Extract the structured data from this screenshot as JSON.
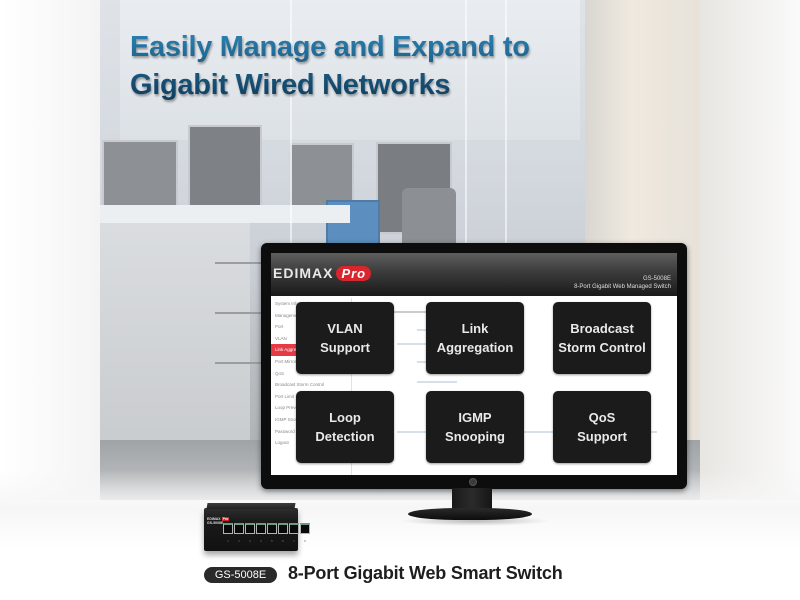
{
  "headline": {
    "line1": "Easily Manage and Expand to",
    "line2": "Gigabit Wired Networks",
    "color": "#1d5f86"
  },
  "monitor": {
    "screen": {
      "brand": "EDIMAX",
      "brand_suffix": "Pro",
      "model": "GS-5008E",
      "model_subtitle": "8-Port Gigabit Web Managed Switch",
      "sidebar_items": [
        {
          "label": "System Information",
          "active": false
        },
        {
          "label": "Management",
          "active": false
        },
        {
          "label": "Port",
          "active": false
        },
        {
          "label": "VLAN",
          "active": false
        },
        {
          "label": "Link Aggregation",
          "active": true
        },
        {
          "label": "Port Mirroring",
          "active": false
        },
        {
          "label": "QoS",
          "active": false
        },
        {
          "label": "Broadcast Storm Control",
          "active": false
        },
        {
          "label": "Port Limit",
          "active": false
        },
        {
          "label": "Loop Prevention",
          "active": false
        },
        {
          "label": "IGMP Snooping",
          "active": false
        },
        {
          "label": "Password",
          "active": false
        },
        {
          "label": "Logout",
          "active": false
        }
      ],
      "active_color": "#e63b45"
    },
    "features": [
      {
        "line1": "VLAN",
        "line2": "Support"
      },
      {
        "line1": "Link",
        "line2": "Aggregation"
      },
      {
        "line1": "Broadcast",
        "line2": "Storm Control"
      },
      {
        "line1": "Loop",
        "line2": "Detection"
      },
      {
        "line1": "IGMP",
        "line2": "Snooping"
      },
      {
        "line1": "QoS",
        "line2": "Support"
      }
    ]
  },
  "product": {
    "model_badge": "GS-5008E",
    "title": "8-Port Gigabit Web Smart Switch",
    "switch_logo": "EDIMAX",
    "switch_logo_suffix": "Pro",
    "switch_model": "GS-5008E",
    "port_numbers": [
      "1",
      "2",
      "3",
      "4",
      "5",
      "6",
      "7",
      "8"
    ]
  }
}
